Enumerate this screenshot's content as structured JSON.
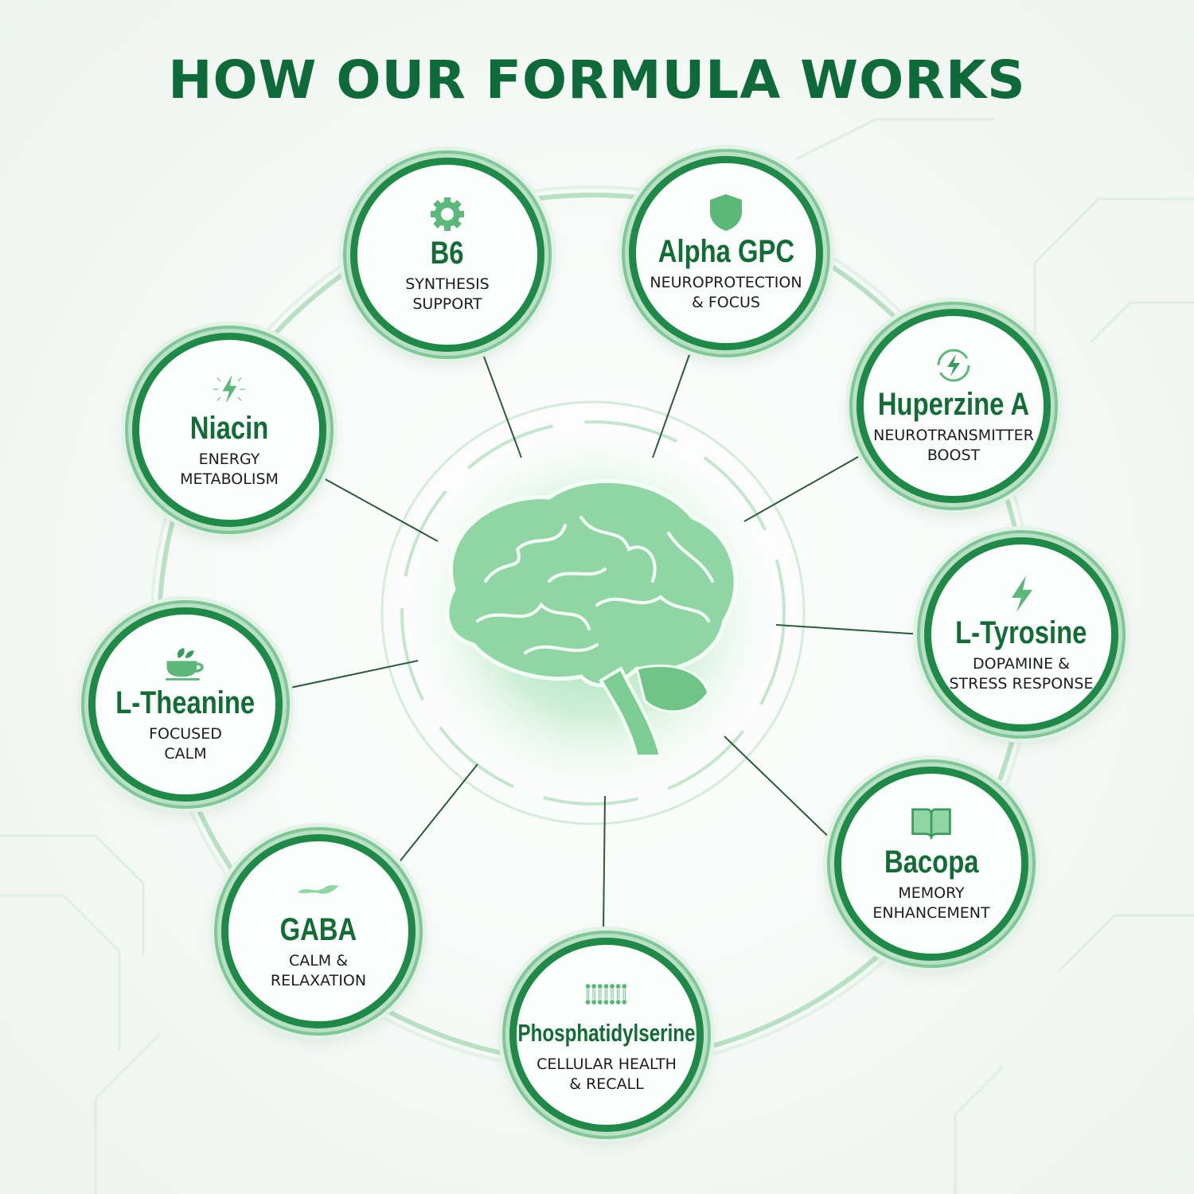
{
  "title": "HOW OUR FORMULA WORKS",
  "colors": {
    "primary": "#136b36",
    "accent": "#5cb878",
    "ring": "#1f8a48"
  },
  "ingredients": [
    {
      "name": "B6",
      "desc": "SYNTHESIS\nSUPPORT",
      "icon": "gear-icon"
    },
    {
      "name": "Alpha GPC",
      "desc": "NEUROPROTECTION\n& FOCUS",
      "icon": "shield-icon"
    },
    {
      "name": "Huperzine A",
      "desc": "NEUROTRANSMITTER\nBOOST",
      "icon": "bolt-circle-icon"
    },
    {
      "name": "L-Tyrosine",
      "desc": "DOPAMINE &\nSTRESS RESPONSE",
      "icon": "bolt-icon"
    },
    {
      "name": "Bacopa",
      "desc": "MEMORY\nENHANCEMENT",
      "icon": "book-icon"
    },
    {
      "name": "Phosphatidylserine",
      "desc": "CELLULAR HEALTH\n& RECALL",
      "icon": "membrane-icon"
    },
    {
      "name": "GABA",
      "desc": "CALM &\nRELAXATION",
      "icon": "wave-icon"
    },
    {
      "name": "L-Theanine",
      "desc": "FOCUSED\nCALM",
      "icon": "tea-cup-icon"
    },
    {
      "name": "Niacin",
      "desc": "ENERGY\nMETABOLISM",
      "icon": "sparkle-bolt-icon"
    }
  ]
}
